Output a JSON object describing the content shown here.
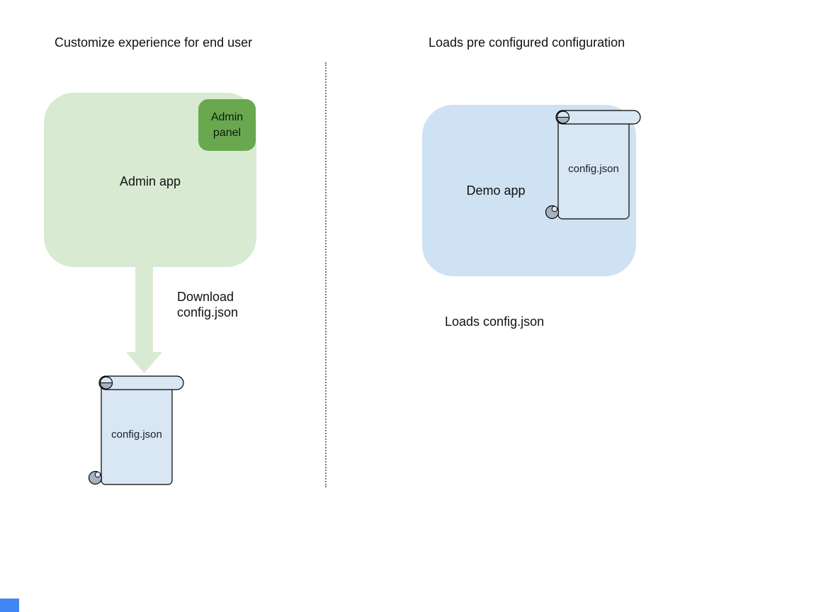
{
  "colors": {
    "admin_app_fill": "#d9ead3",
    "admin_panel_fill": "#6aa84f",
    "arrow_fill": "#d9ead3",
    "demo_app_fill": "#cfe2f3",
    "scroll_fill": "#d9e6f4",
    "scroll_curl_gray": "#a8b2bc",
    "scroll_stroke": "#000000",
    "divider_color": "#7a7a7a",
    "blue_square_fill": "#4285f4",
    "text_color": "#111111"
  },
  "left_panel": {
    "title": "Customize experience for end user",
    "admin_app_label": "Admin app",
    "admin_panel_label": "Admin\npanel",
    "arrow_caption": "Download\nconfig.json",
    "file_label": "config.json"
  },
  "right_panel": {
    "title": "Loads pre configured configuration",
    "demo_app_label": "Demo app",
    "file_label": "config.json",
    "caption": "Loads config.json"
  }
}
